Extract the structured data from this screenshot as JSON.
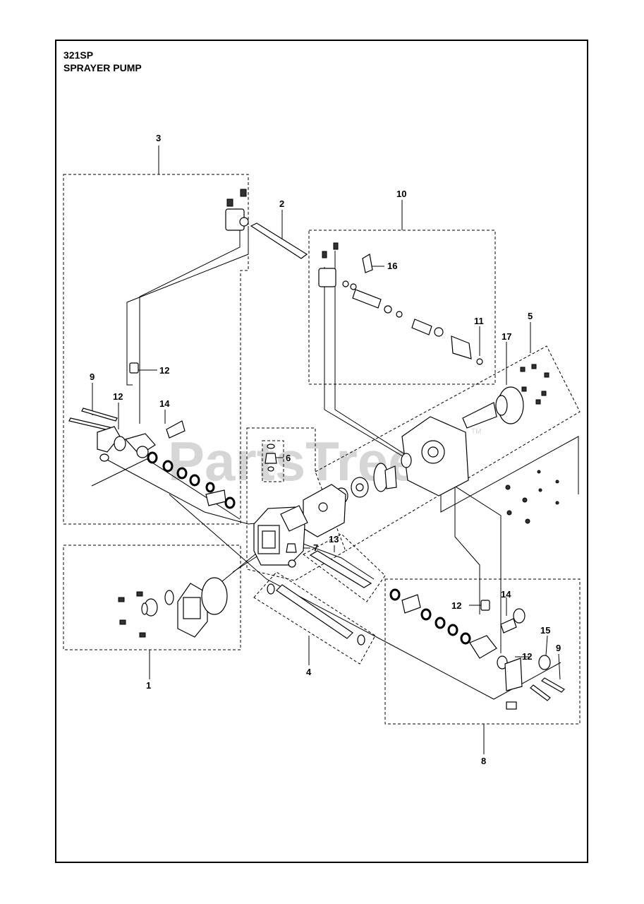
{
  "header": {
    "model": "321SP",
    "title": "SPRAYER PUMP"
  },
  "watermark": {
    "text": "PartsTree",
    "tm": "TM"
  },
  "callouts": {
    "c1": "1",
    "c2": "2",
    "c3": "3",
    "c4": "4",
    "c5": "5",
    "c6": "6",
    "c7": "7",
    "c8": "8",
    "c9a": "9",
    "c9b": "9",
    "c10": "10",
    "c11": "11",
    "c12a": "12",
    "c12b": "12",
    "c12c": "12",
    "c12d": "12",
    "c13": "13",
    "c14a": "14",
    "c14b": "14",
    "c15": "15",
    "c16": "16",
    "c17": "17"
  }
}
